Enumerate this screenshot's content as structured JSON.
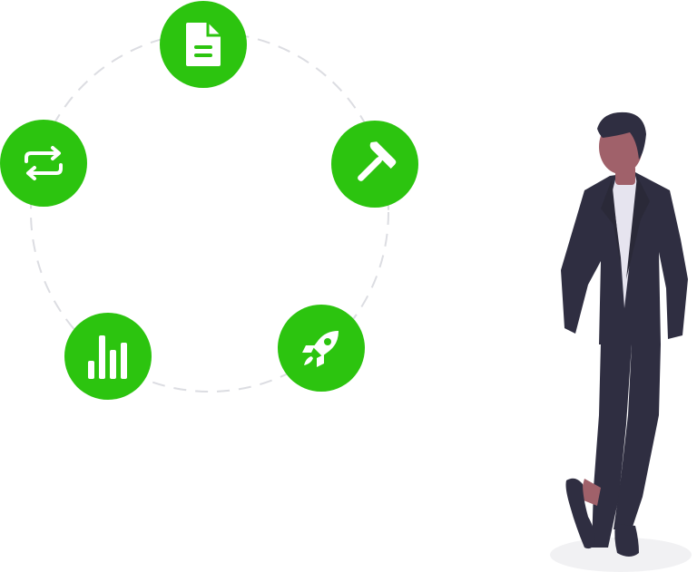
{
  "colors": {
    "accent": "#2cc40f",
    "icon": "#ffffff",
    "ring_dash": "#dcdde2",
    "suit": "#2f2e41",
    "skin": "#a0616a",
    "hair": "#2f2e41",
    "shirt": "#e6e4ef",
    "shadow": "#f1f1f3",
    "shoe": "#2f2e41"
  },
  "cycle_nodes": [
    {
      "name": "document",
      "icon": "document-icon"
    },
    {
      "name": "hammer",
      "icon": "hammer-icon"
    },
    {
      "name": "rocket",
      "icon": "rocket-icon"
    },
    {
      "name": "chart",
      "icon": "bar-chart-icon"
    },
    {
      "name": "cycle",
      "icon": "repeat-arrows-icon"
    }
  ],
  "person": {
    "pose": "standing-hands-in-pockets",
    "attire": "suit"
  }
}
